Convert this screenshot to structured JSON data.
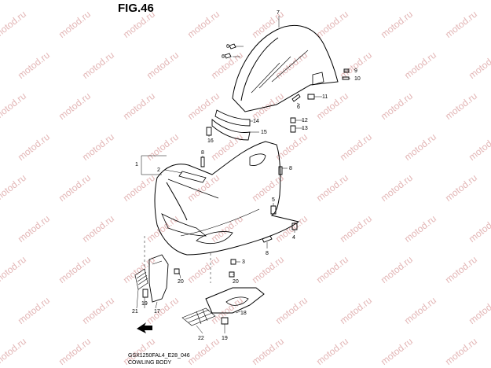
{
  "figure": {
    "title": "FIG.46"
  },
  "watermark": {
    "text": "motod.ru"
  },
  "callouts": [
    "7",
    "6",
    "6",
    "9",
    "10",
    "11",
    "6",
    "12",
    "13",
    "14",
    "15",
    "16",
    "8",
    "1",
    "2",
    "8",
    "5",
    "4",
    "8",
    "3",
    "20",
    "20",
    "21",
    "19",
    "17",
    "18",
    "22",
    "19"
  ],
  "footer": {
    "code": "GSX1250FAL4_E28_046",
    "name": "COWLING BODY"
  },
  "colors": {
    "line": "#000000",
    "watermark": "#e3b6b6",
    "background": "#ffffff"
  }
}
